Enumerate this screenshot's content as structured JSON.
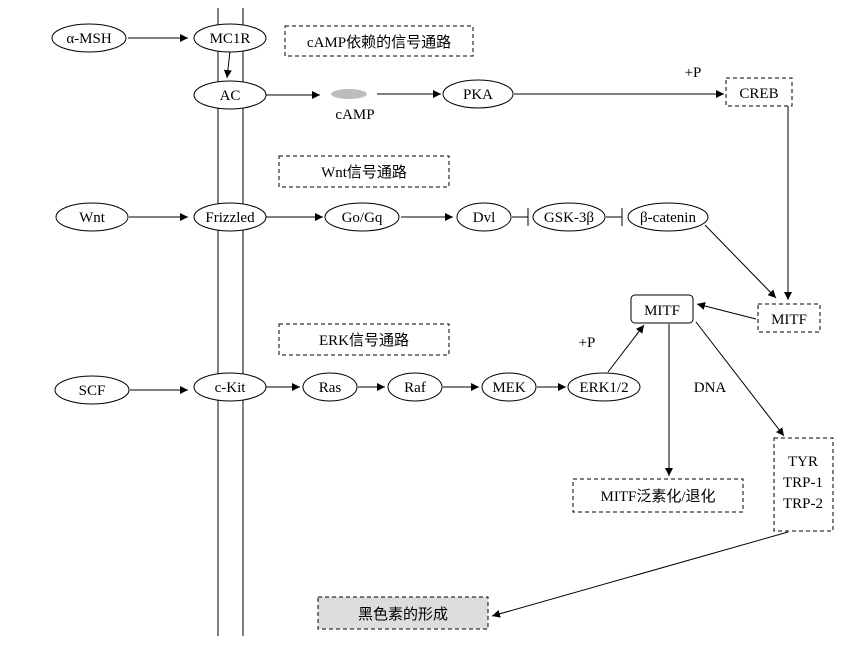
{
  "colors": {
    "line": "#000000",
    "camp_fill": "#bdbdbd",
    "melanin_box_fill": "#dddddd",
    "background": "#ffffff"
  },
  "pathway_labels": {
    "camp": "cAMP依赖的信号通路",
    "wnt": "Wnt信号通路",
    "erk": "ERK信号通路"
  },
  "nodes": {
    "a_msh": "α-MSH",
    "mc1r": "MC1R",
    "ac": "AC",
    "camp": "cAMP",
    "pka": "PKA",
    "creb": "CREB",
    "wnt": "Wnt",
    "frizzled": "Frizzled",
    "go_gq": "Go/Gq",
    "dvl": "Dvl",
    "gsk3b": "GSK-3β",
    "b_catenin": "β-catenin",
    "mitf_target": "MITF",
    "mitf_right": "MITF",
    "scf": "SCF",
    "c_kit": "c-Kit",
    "ras": "Ras",
    "raf": "Raf",
    "mek": "MEK",
    "erk": "ERK1/2",
    "mitf_ubiquitination": "MITF泛素化/退化",
    "tyr": "TYR",
    "trp1": "TRP-1",
    "trp2": "TRP-2",
    "melanin": "黑色素的形成"
  },
  "edge_labels": {
    "p_creb": "+P",
    "p_erk": "+P",
    "dna": "DNA"
  }
}
